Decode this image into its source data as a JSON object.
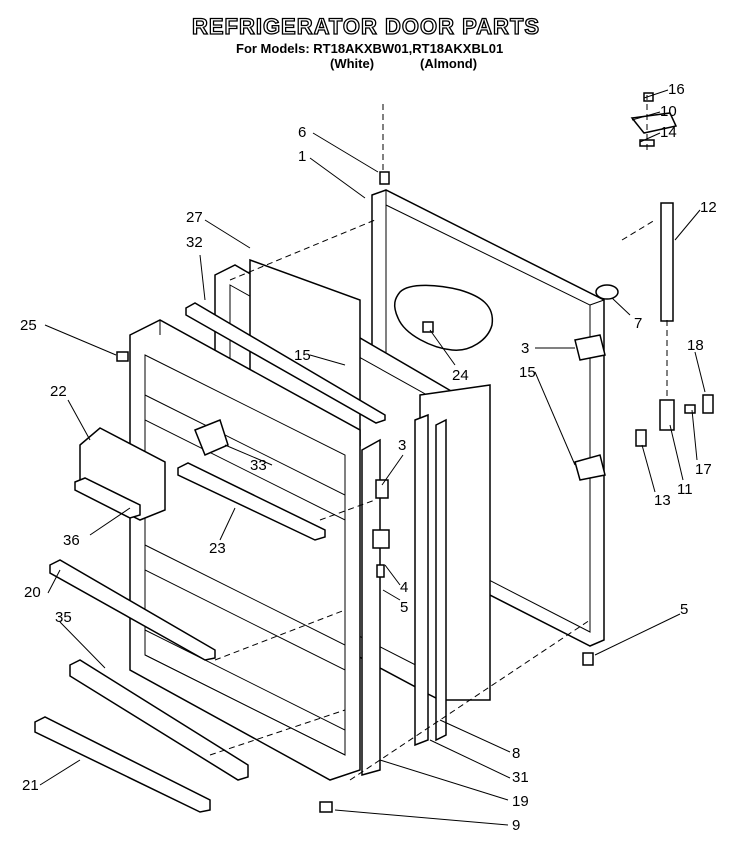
{
  "header": {
    "title": "REFRIGERATOR DOOR PARTS",
    "models_line": "For Models: RT18AKXBW01,RT18AKXBL01",
    "color_white": "(White)",
    "color_almond": "(Almond)"
  },
  "callouts": {
    "c16": "16",
    "c10": "10",
    "c14": "14",
    "c6": "6",
    "c1": "1",
    "c12": "12",
    "c27": "27",
    "c32": "32",
    "c7": "7",
    "c25": "25",
    "c15a": "15",
    "c24": "24",
    "c3a": "3",
    "c15b": "15",
    "c18": "18",
    "c22": "22",
    "c3b": "3",
    "c33": "33",
    "c13": "13",
    "c11": "11",
    "c17": "17",
    "c36": "36",
    "c23": "23",
    "c4": "4",
    "c20": "20",
    "c5a": "5",
    "c5b": "5",
    "c35": "35",
    "c8": "8",
    "c31": "31",
    "c21": "21",
    "c19": "19",
    "c9": "9"
  }
}
